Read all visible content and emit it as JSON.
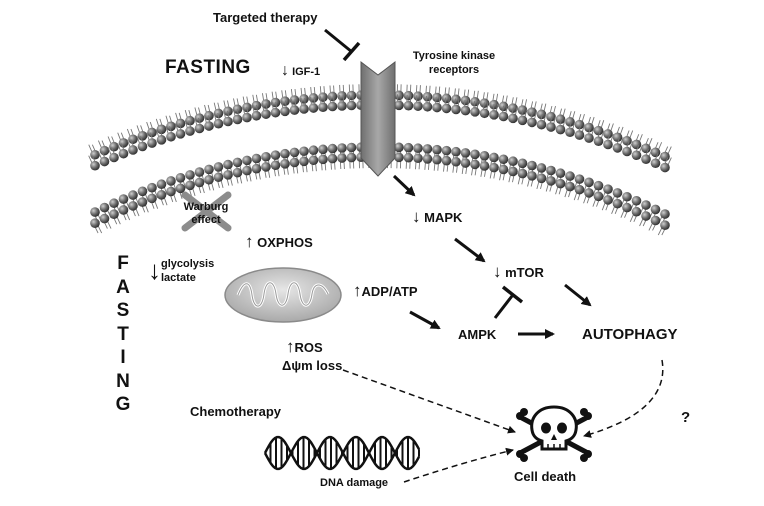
{
  "labels": {
    "targeted_therapy": "Targeted therapy",
    "fasting_top": "FASTING",
    "igf1": "IGF-1",
    "receptor": "Tyrosine kinase receptors",
    "warburg": "Warburg effect",
    "oxphos": "OXPHOS",
    "mapk": "MAPK",
    "glycolysis": "glycolysis",
    "lactate": "lactate",
    "mtor": "mTOR",
    "adp_atp": "ADP/ATP",
    "ampk": "AMPK",
    "autophagy": "AUTOPHAGY",
    "ros": "ROS",
    "dpsi": "Δψm loss",
    "chemotherapy": "Chemotherapy",
    "question": "?",
    "dna_damage": "DNA damage",
    "cell_death": "Cell death"
  },
  "fasting_vertical": [
    "F",
    "A",
    "S",
    "T",
    "I",
    "N",
    "G"
  ],
  "symbols": {
    "down_arrow": "↓",
    "up_arrow": "↑"
  },
  "colors": {
    "ink": "#111111",
    "bead": "#555555",
    "receptor": "#8a8a8a",
    "mito": "#c8c8c8"
  }
}
